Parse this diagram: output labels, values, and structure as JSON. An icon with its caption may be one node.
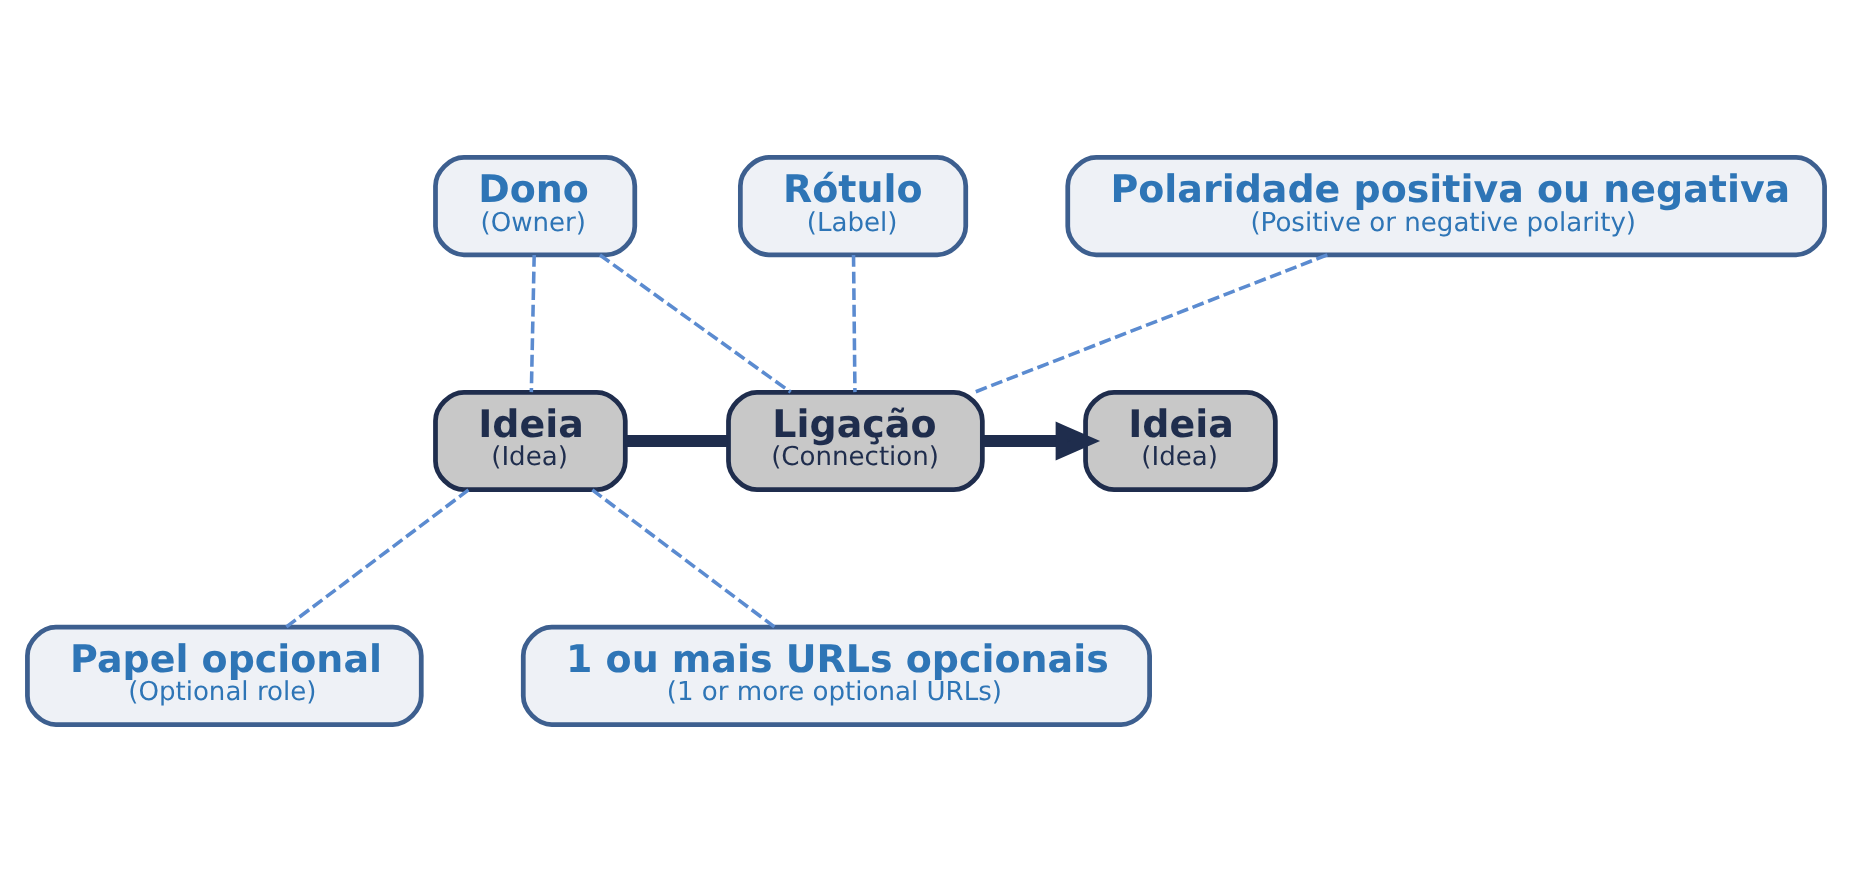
{
  "diagram": {
    "nodes": [
      {
        "text": [
          "Dono",
          "(Owner)"
        ]
      },
      {
        "text": [
          "Rótulo",
          "(Label)"
        ]
      },
      {
        "text": [
          "Polaridade positiva ou negativa",
          "(Positive or negative polarity)"
        ]
      },
      {
        "text": [
          "Ideia",
          "(Idea)"
        ]
      },
      {
        "text": [
          "Ligação",
          "(Connection)"
        ]
      },
      {
        "text": [
          "Ideia",
          "(Idea)"
        ]
      },
      {
        "text": [
          "Papel opcional",
          "(Optional role)"
        ]
      },
      {
        "text": [
          "1 ou mais URLs opcionais",
          "(1 or more optional URLs)"
        ]
      }
    ],
    "edges": [
      {
        "from": 0,
        "to": 3,
        "arrow": "none",
        "style": "dashed"
      },
      {
        "from": 0,
        "to": 4,
        "arrow": "none",
        "style": "dashed"
      },
      {
        "from": 1,
        "to": 4,
        "arrow": "none",
        "style": "dashed"
      },
      {
        "from": 2,
        "to": 4,
        "arrow": "none",
        "style": "dashed"
      },
      {
        "from": 3,
        "to": 4,
        "arrow": "none",
        "style": "thick",
        "color": "#1f2d4d"
      },
      {
        "from": 4,
        "to": 5,
        "arrow": "to",
        "style": "thick",
        "color": "#1f2d4d"
      },
      {
        "from": 3,
        "to": 6,
        "arrow": "none",
        "style": "dashed"
      },
      {
        "from": 3,
        "to": 7,
        "arrow": "none",
        "style": "dashed"
      }
    ]
  }
}
